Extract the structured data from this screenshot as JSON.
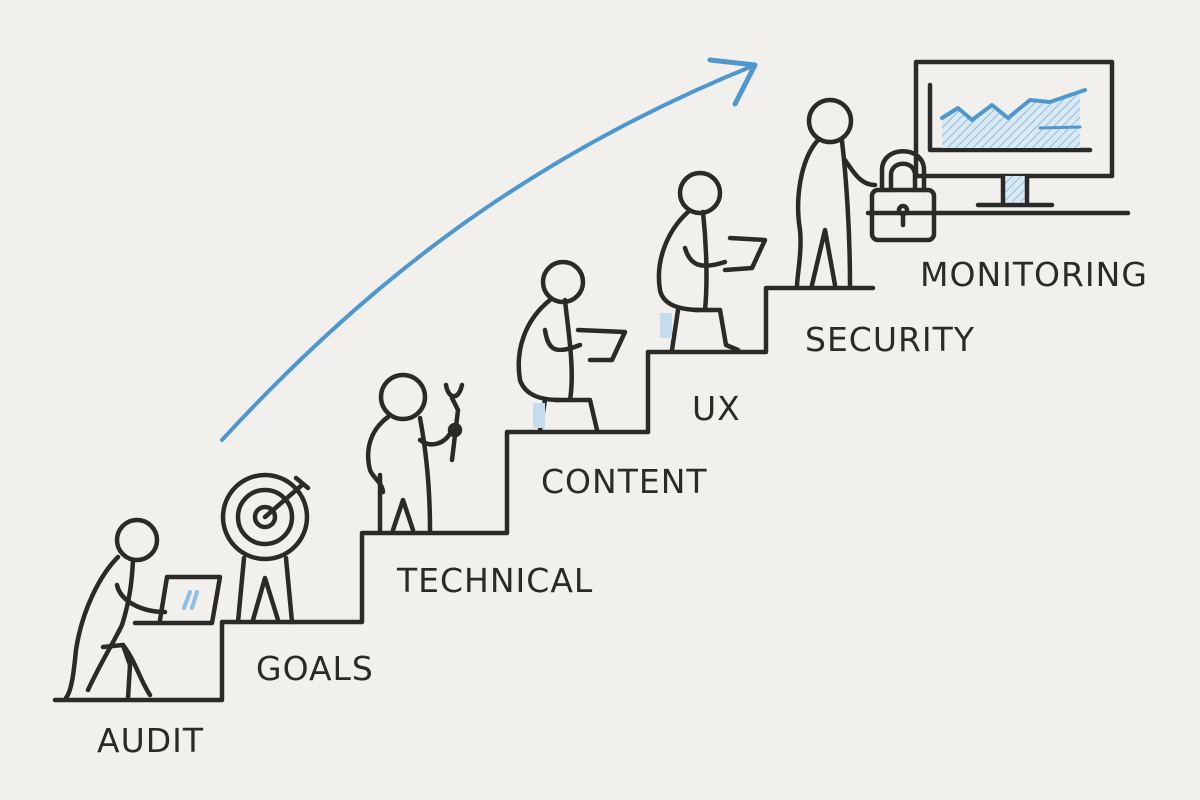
{
  "diagram": {
    "type": "staircase-progression",
    "colors": {
      "ink": "#2a2a28",
      "accent": "#4f97cf",
      "background": "#f1f0ec"
    },
    "steps": [
      {
        "label": "AUDIT",
        "icon": "person-with-laptop-icon"
      },
      {
        "label": "GOALS",
        "icon": "target-icon"
      },
      {
        "label": "TECHNICAL",
        "icon": "person-with-wrench-icon"
      },
      {
        "label": "CONTENT",
        "icon": "person-writing-notepad-icon"
      },
      {
        "label": "UX",
        "icon": "person-with-tablet-icon"
      },
      {
        "label": "SECURITY",
        "icon": "person-with-padlock-icon"
      },
      {
        "label": "MONITORING",
        "icon": "monitor-chart-icon"
      }
    ],
    "arrow": "upward-trend-arrow-icon"
  }
}
